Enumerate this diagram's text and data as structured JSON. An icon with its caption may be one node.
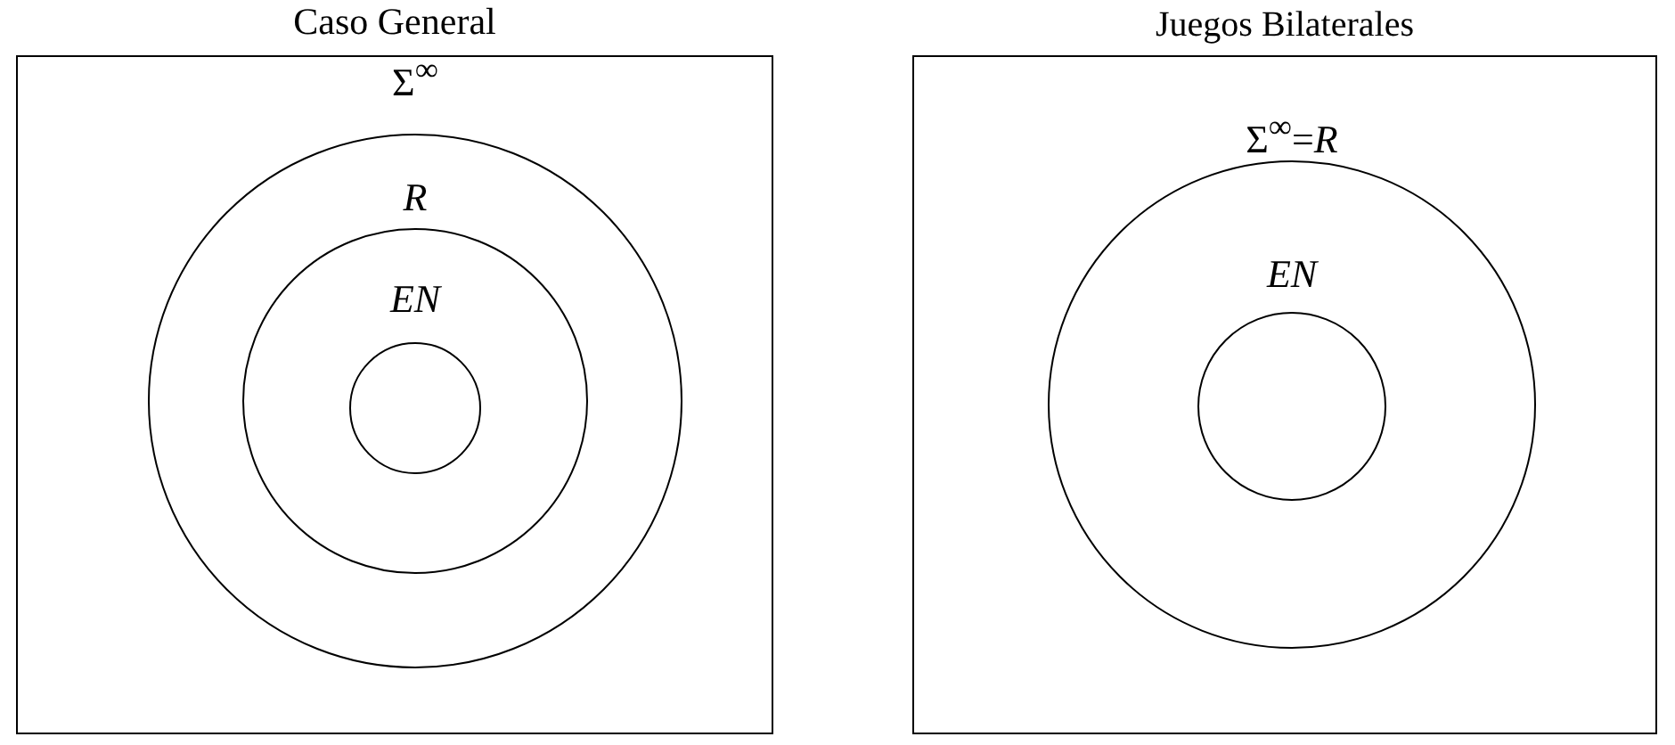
{
  "diagram": {
    "nodes": [
      {
        "text": [
          "Caso General"
        ]
      },
      {
        "text": [
          "Σ$^{∞}$"
        ],
        "in": 0
      },
      {
        "text": [
          "R"
        ],
        "in": 1
      },
      {
        "text": [
          "EN"
        ],
        "in": 2
      },
      {
        "text": [
          "Juegos Bilaterales"
        ]
      },
      {
        "text": [
          "Σ$^{∞}$=*R*"
        ],
        "in": 4
      },
      {
        "text": [
          "EN"
        ],
        "in": 5
      }
    ]
  }
}
